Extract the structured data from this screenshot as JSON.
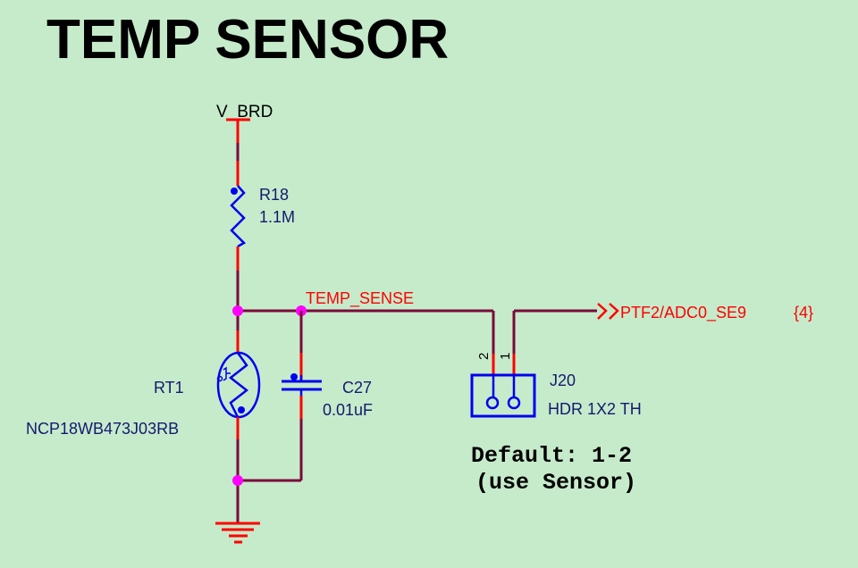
{
  "title": "TEMP SENSOR",
  "colors": {
    "background": "#c6ebcb",
    "wire": "#7a0a3a",
    "pin": "#ff0000",
    "symbol": "#0000ee",
    "junction": "#ff00ff",
    "designator": "#141a6e",
    "net_label": "#ff0000"
  },
  "power": {
    "label": "V_BRD"
  },
  "components": {
    "r18": {
      "designator": "R18",
      "value": "1.1M"
    },
    "rt1": {
      "designator": "RT1",
      "value": "NCP18WB473J03RB"
    },
    "c27": {
      "designator": "C27",
      "value": "0.01uF"
    },
    "j20": {
      "designator": "J20",
      "value": "HDR 1X2 TH",
      "pin1": "1",
      "pin2": "2"
    }
  },
  "nets": {
    "temp_sense": "TEMP_SENSE",
    "offpage": {
      "label": "PTF2/ADC0_SE9",
      "sheet_ref": "{4}"
    }
  },
  "note": {
    "line1": "Default: 1-2",
    "line2": "(use Sensor)"
  }
}
